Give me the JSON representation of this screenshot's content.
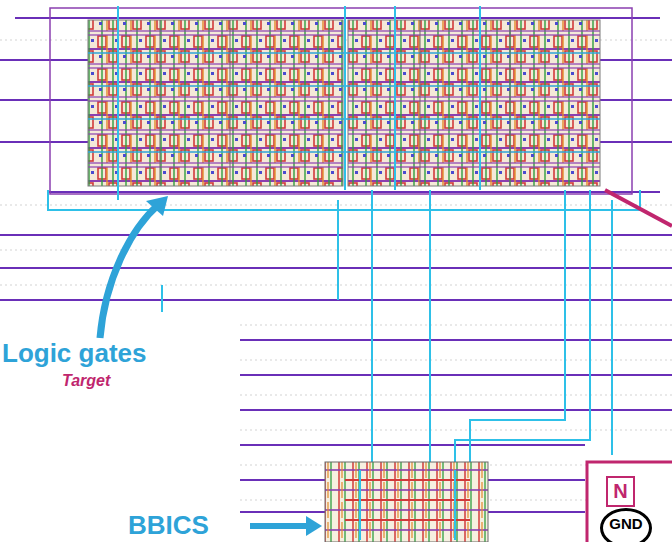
{
  "diagram": {
    "nodes": [
      {
        "text": [
          "N"
        ]
      },
      {
        "text": [
          "GND"
        ]
      }
    ],
    "labels": [
      "Logic gates",
      "Target",
      "BBICS"
    ]
  }
}
